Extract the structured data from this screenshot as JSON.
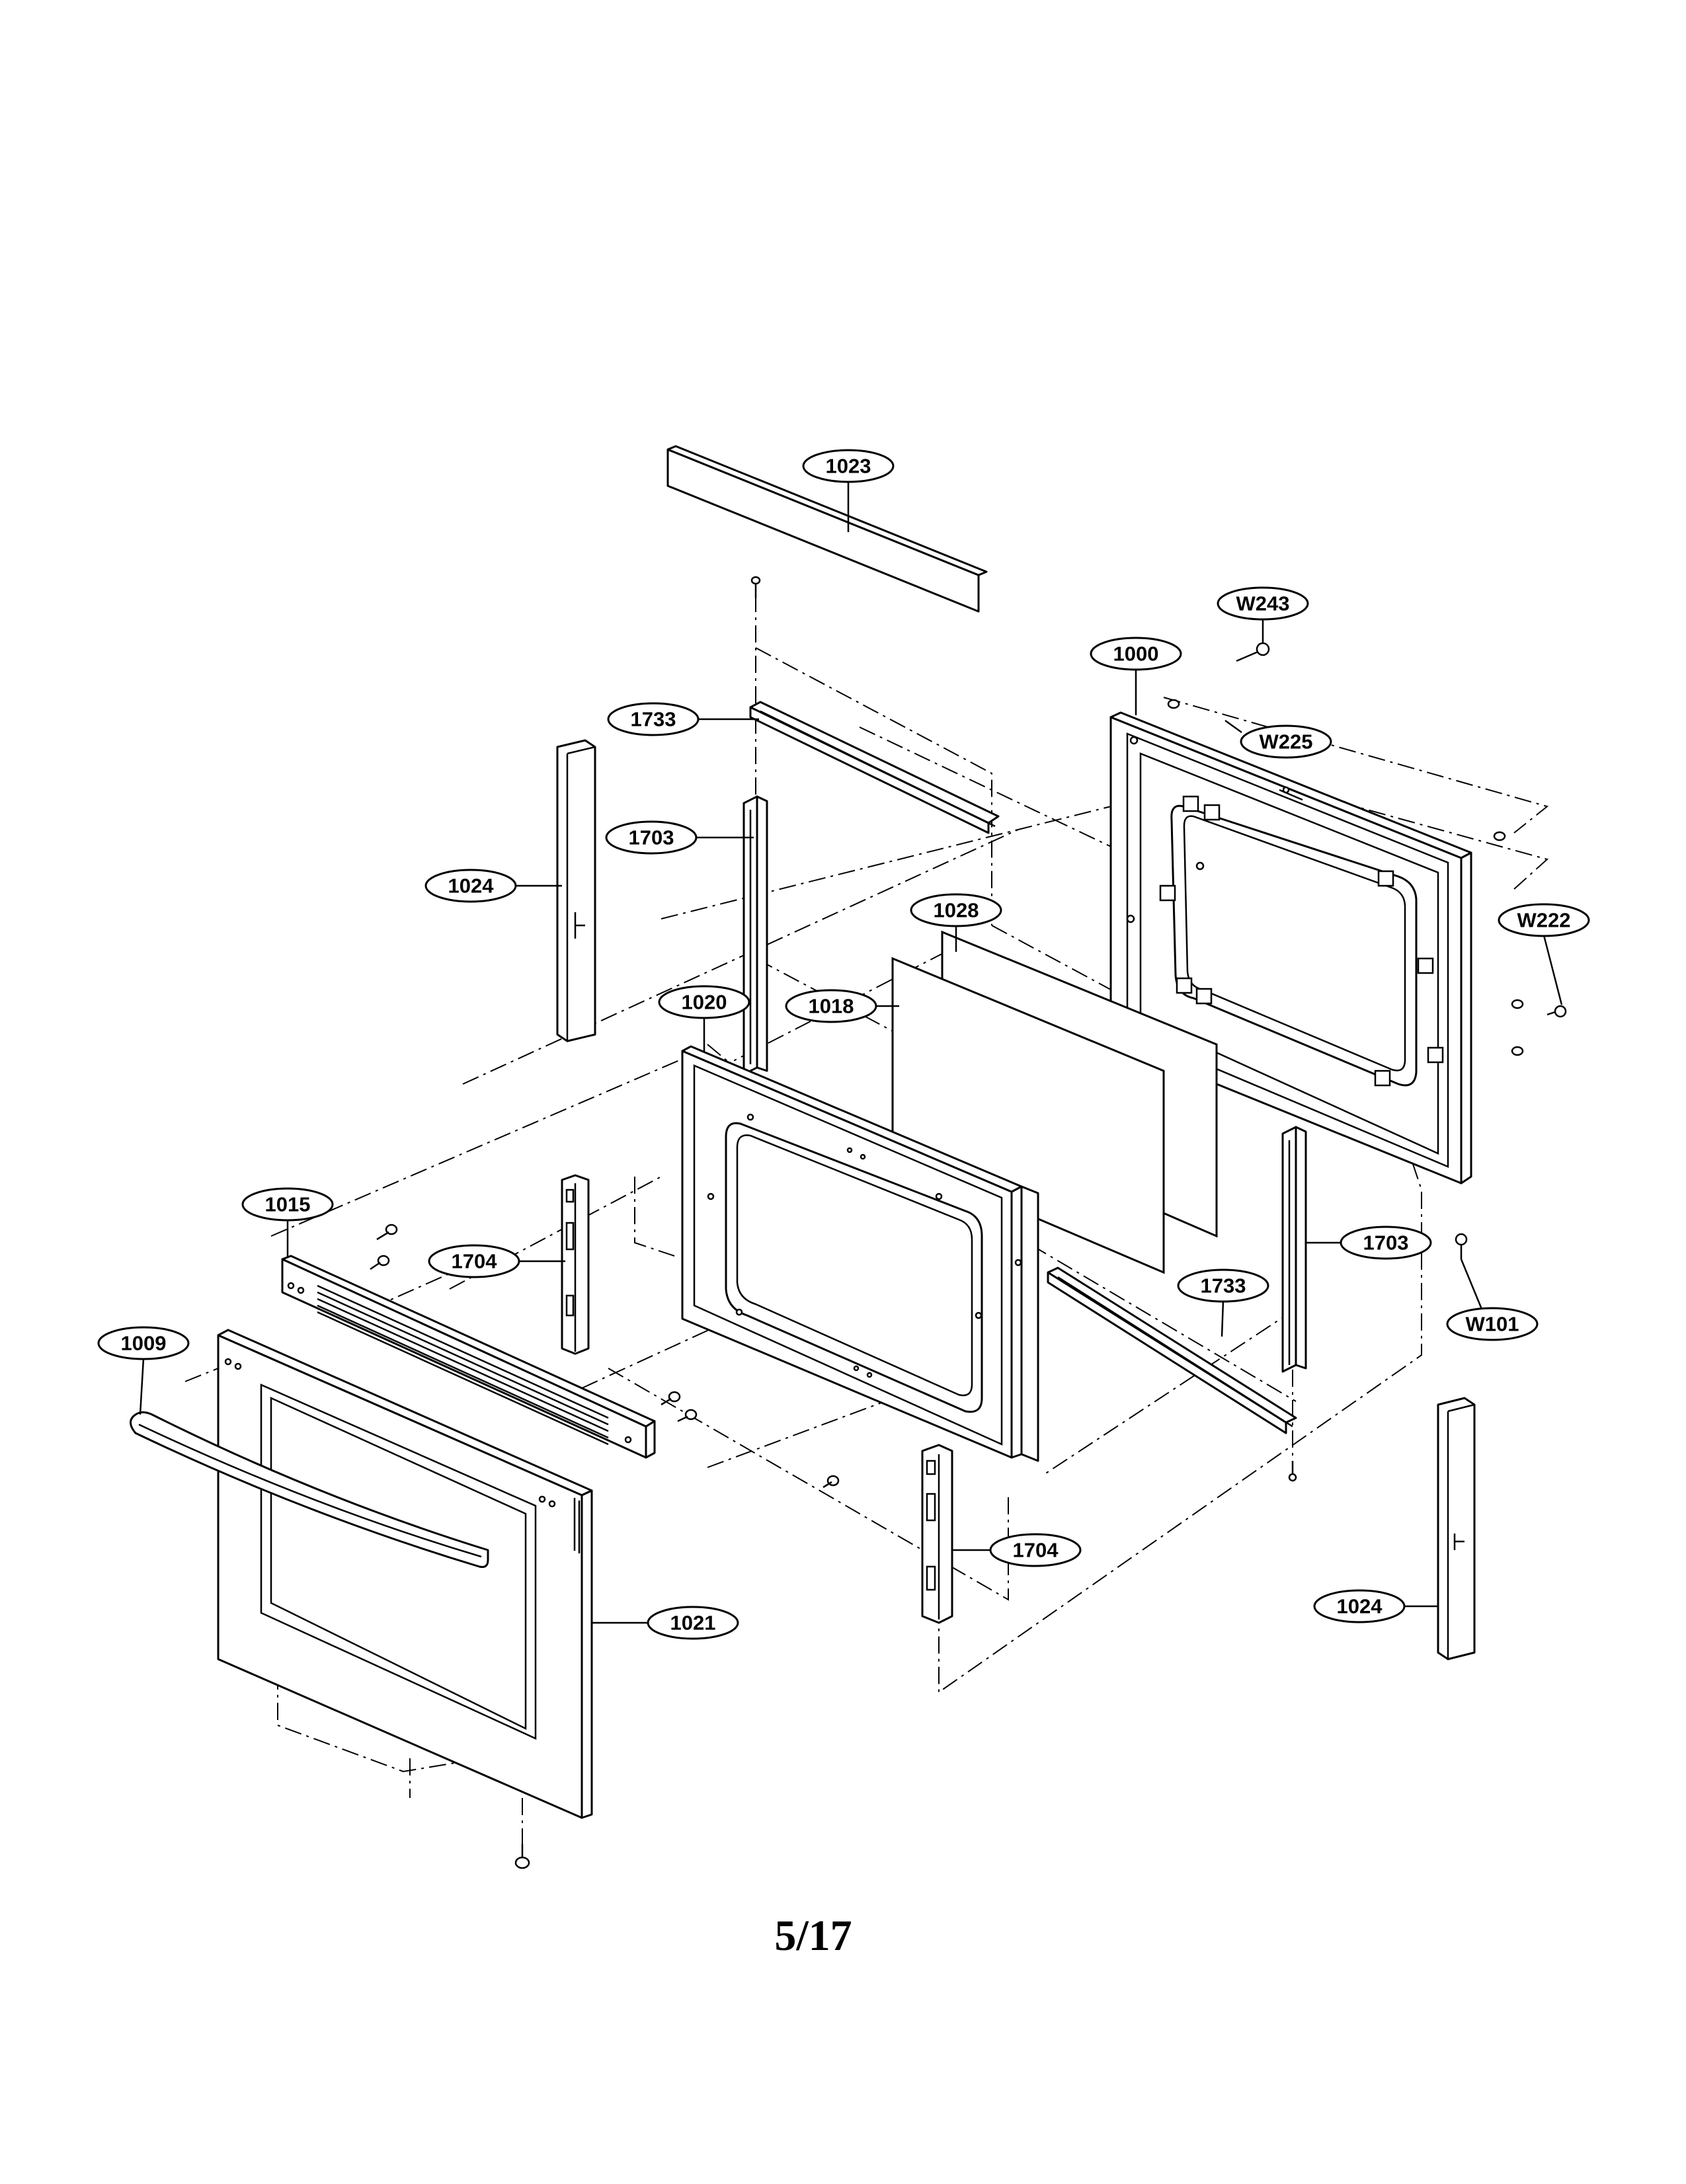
{
  "page_number": "5/17",
  "callouts": {
    "p1023": "1023",
    "p1000": "1000",
    "w243": "W243",
    "p1733_top": "1733",
    "w225": "W225",
    "p1703_left": "1703",
    "p1024_left": "1024",
    "p1028": "1028",
    "w222": "W222",
    "p1020": "1020",
    "p1018": "1018",
    "p1015": "1015",
    "p1704_left": "1704",
    "p1703_right": "1703",
    "p1733_bottom": "1733",
    "w101": "W101",
    "p1009": "1009",
    "p1704_bottom": "1704",
    "p1021": "1021",
    "p1024_right": "1024"
  }
}
